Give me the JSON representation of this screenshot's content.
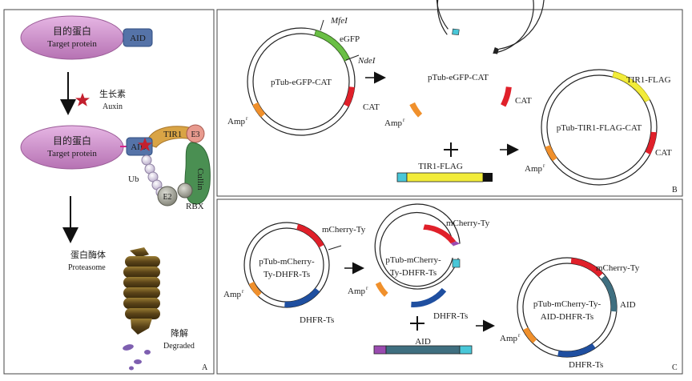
{
  "panel_a": {
    "target_zh": "目的蛋白",
    "target_en": "Target protein",
    "aid": "AID",
    "auxin_zh": "生长素",
    "auxin_en": "Auxin",
    "tir1": "TIR1",
    "e3": "E3",
    "cullin": "Cullin",
    "ub": "Ub",
    "e2": "E2",
    "rbx": "RBX",
    "proteasome_zh": "蛋白酶体",
    "proteasome_en": "Proteasome",
    "degraded_zh": "降解",
    "degraded_en": "Degraded",
    "letter": "A"
  },
  "panel_b": {
    "mfei": "MfeI",
    "ndei": "NdeI",
    "egfp": "eGFP",
    "p1": "pTub-eGFP-CAT",
    "p2": "pTub-eGFP-CAT",
    "cat": "CAT",
    "amp": "Amp",
    "r": "r",
    "tir1flag": "TIR1-FLAG",
    "p3": "pTub-TIR1-FLAG-CAT",
    "letter": "B"
  },
  "panel_c": {
    "mcherry": "mCherry-Ty",
    "dhfr": "DHFR-Ts",
    "p1a": "pTub-mCherry-",
    "p1b": "Ty-DHFR-Ts",
    "p2a": "pTub-mCherry-",
    "p2b": "Ty-DHFR-Ts",
    "aid": "AID",
    "p3a": "pTub-mCherry-Ty-",
    "p3b": "AID-DHFR-Ts",
    "amp": "Amp",
    "r": "r",
    "letter": "C"
  },
  "colors": {
    "egfp_green": "#6abf45",
    "cat_red": "#e0202a",
    "amp_orange": "#f0902c",
    "tir1_yellow": "#f2ec3a",
    "dhfr_blue": "#1f4fa0",
    "aid_teal": "#3f6f80",
    "cyan": "#49c7d8",
    "purple": "#9a4bb0",
    "target_pink": "#c98ac7",
    "aid_box": "#5573a8",
    "cullin_green": "#4a8f52"
  }
}
